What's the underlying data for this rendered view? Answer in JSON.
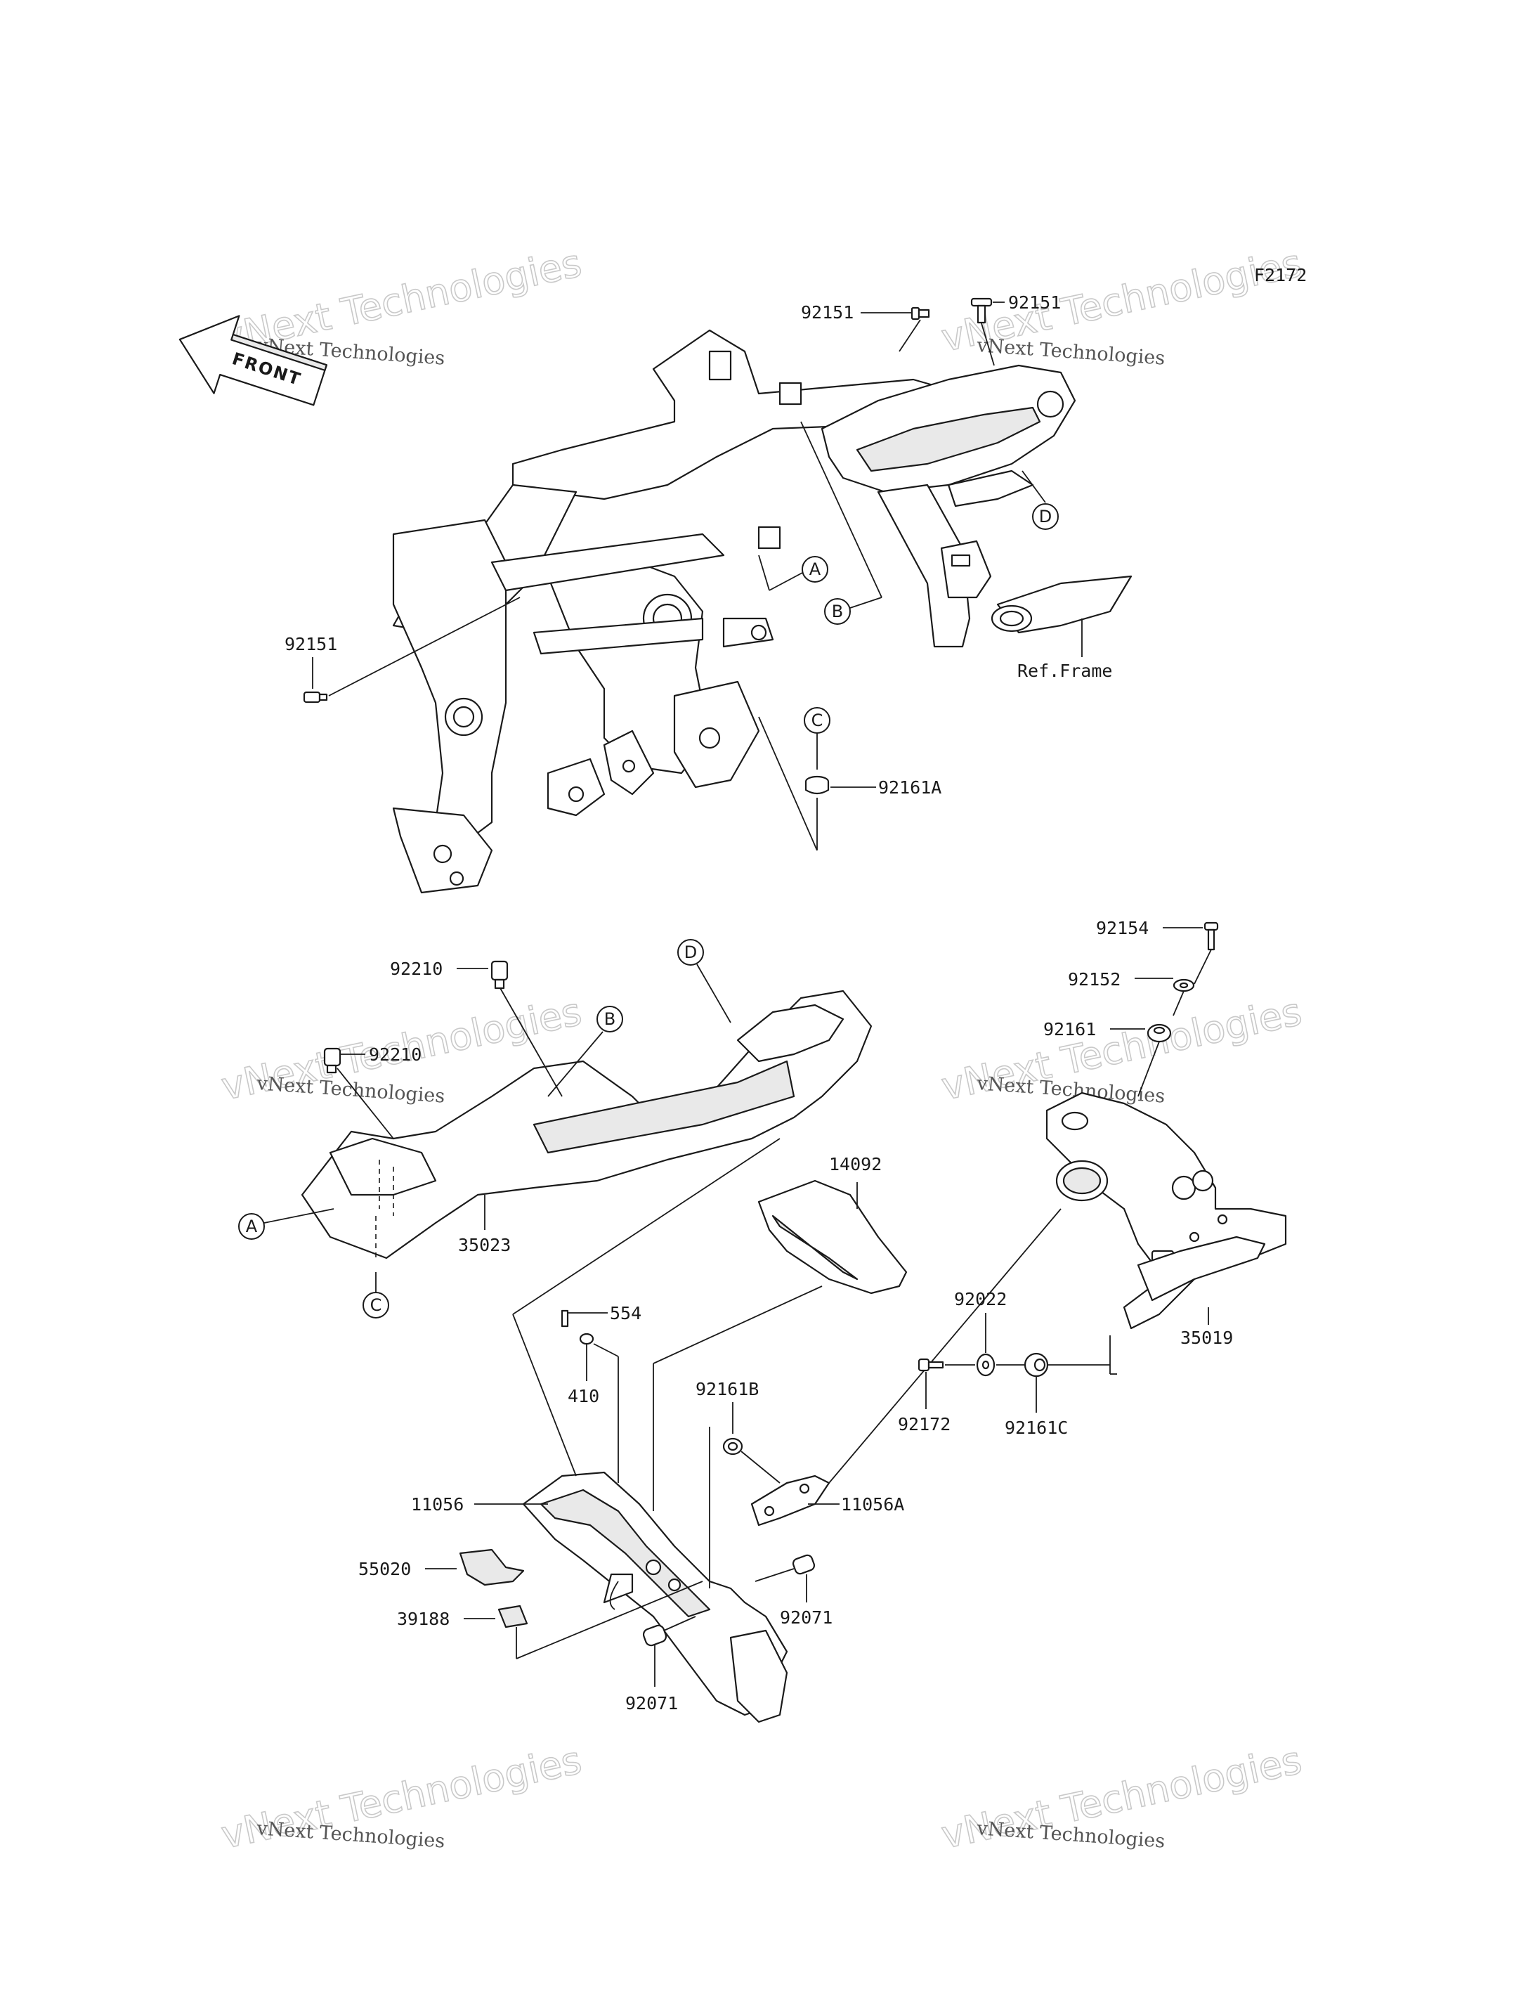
{
  "diagram_code": "F2172",
  "front_label": "FRONT",
  "ref_frame": "Ref.Frame",
  "watermark": {
    "line": "vNext Technologies",
    "big": "vNext Technologies"
  },
  "labels": {
    "p92151_top": "92151",
    "p92151_mid": "92151",
    "p92151_left": "92151",
    "p92161A": "92161A",
    "p92154": "92154",
    "p92152": "92152",
    "p92161": "92161",
    "p92210_a": "92210",
    "p92210_b": "92210",
    "p35023": "35023",
    "p14092": "14092",
    "p554": "554",
    "p410": "410",
    "p92161B": "92161B",
    "p92022": "92022",
    "p92172": "92172",
    "p92161C": "92161C",
    "p35019": "35019",
    "p11056": "11056",
    "p11056A": "11056A",
    "p55020": "55020",
    "p39188": "39188",
    "p92071_a": "92071",
    "p92071_b": "92071"
  },
  "callouts": {
    "A1": "A",
    "B1": "B",
    "C1": "C",
    "D1": "D",
    "A2": "A",
    "B2": "B",
    "C2": "C",
    "D2": "D"
  }
}
